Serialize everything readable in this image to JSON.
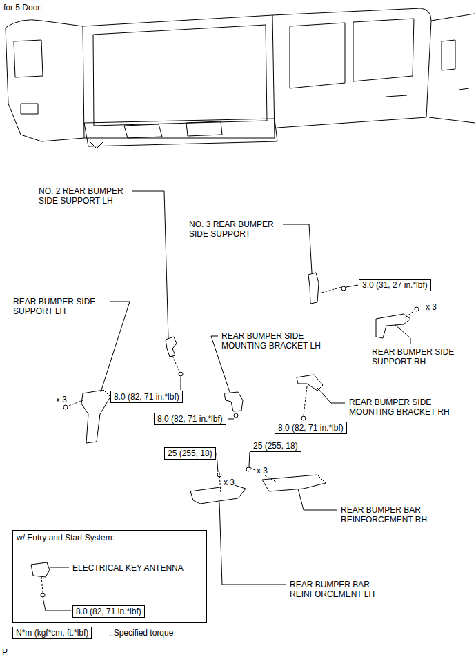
{
  "diagram": {
    "nodes": [
      {
        "text": [
          "3.0 (31, 27 in.*lbf)"
        ]
      },
      {
        "text": [
          "8.0 (82, 71 in.*lbf)"
        ]
      },
      {
        "text": [
          "8.0 (82, 71 in.*lbf)"
        ]
      },
      {
        "text": [
          "8.0 (82, 71 in.*lbf)"
        ]
      },
      {
        "text": [
          "25 (255, 18)"
        ]
      },
      {
        "text": [
          "25 (255, 18)"
        ]
      },
      {
        "text": [
          "w/ Entry and Start System:",
          "ELECTRICAL KEY ANTENNA"
        ]
      },
      {
        "text": [
          "8.0 (82, 71 in.*lbf)"
        ],
        "in": 6
      },
      {
        "text": [
          "N*m (kgf*cm, ft.*lbf)"
        ]
      }
    ],
    "labels": [
      "for 5 Door:",
      "NO. 2 REAR BUMPER SIDE SUPPORT LH",
      "NO. 3 REAR BUMPER SIDE SUPPORT",
      "x 3",
      "REAR BUMPER SIDE SUPPORT RH",
      "REAR BUMPER SIDE SUPPORT LH",
      "x 3",
      "REAR BUMPER SIDE MOUNTING BRACKET LH",
      "REAR BUMPER SIDE MOUNTING BRACKET RH",
      "x 3",
      "x 3",
      "REAR BUMPER BAR REINFORCEMENT RH",
      "REAR BUMPER BAR REINFORCEMENT LH",
      ": Specified torque",
      "P"
    ]
  }
}
